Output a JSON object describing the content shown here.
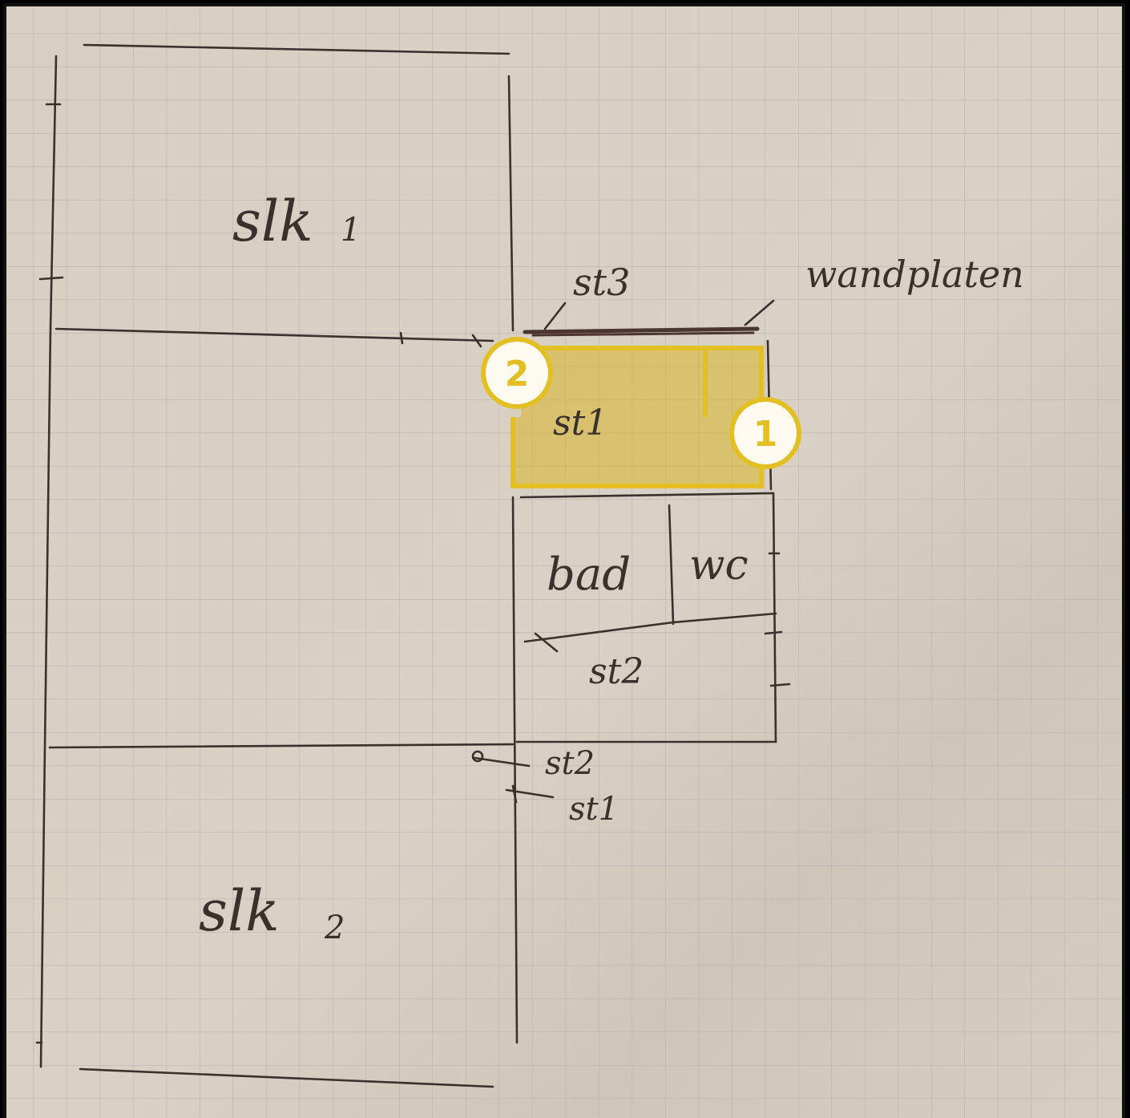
{
  "labels": {
    "room_top": "slk",
    "room_top_sub": "1",
    "room_bottom": "slk",
    "room_bottom_sub": "2",
    "bath": "bad",
    "toilet": "wc",
    "wall_plates": "wandplaten",
    "st3_top": "st3",
    "st1_highlight": "st1",
    "st2_middle": "st2",
    "st2_door": "st2",
    "st1_door": "st1"
  },
  "markers": [
    {
      "number": "1"
    },
    {
      "number": "2"
    }
  ],
  "colors": {
    "paper": "#d9d1c4",
    "grid": "#b9b4ad",
    "ink": "#3a302c",
    "highlight_fill": "#d7b63a",
    "highlight_stroke": "#e3bf24",
    "marker_fill": "#fffaf0"
  }
}
